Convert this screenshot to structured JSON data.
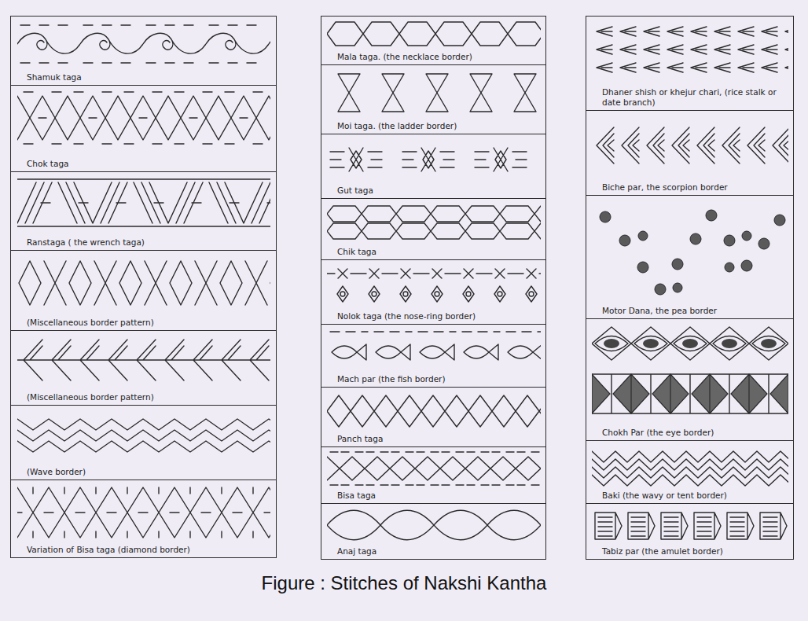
{
  "diagram": {
    "caption": "Figure : Stitches of Nakshi Kantha",
    "nodes": [
      {
        "text": [
          "Shamuk taga"
        ]
      },
      {
        "text": [
          "Chok taga"
        ]
      },
      {
        "text": [
          "Ranstaga ( the wrench taga)"
        ]
      },
      {
        "text": [
          "(Miscellaneous border pattern)"
        ]
      },
      {
        "text": [
          "(Miscellaneous border pattern)"
        ]
      },
      {
        "text": [
          "(Wave border)"
        ]
      },
      {
        "text": [
          "Variation of Bisa taga (diamond border)"
        ]
      },
      {
        "text": [
          "Mala taga. (the necklace border)"
        ]
      },
      {
        "text": [
          "Moi taga. (the ladder border)"
        ]
      },
      {
        "text": [
          "Gut taga"
        ]
      },
      {
        "text": [
          "Chik taga"
        ]
      },
      {
        "text": [
          "Nolok taga (the nose-ring border)"
        ]
      },
      {
        "text": [
          "Mach par (the fish border)"
        ]
      },
      {
        "text": [
          "Panch taga"
        ]
      },
      {
        "text": [
          "Bisa taga"
        ]
      },
      {
        "text": [
          "Anaj taga"
        ]
      },
      {
        "text": [
          "Dhaner shish or khejur chari, (rice stalk or date branch)"
        ]
      },
      {
        "text": [
          "Biche par, the scorpion border"
        ]
      },
      {
        "text": [
          "Motor Dana, the pea border"
        ]
      },
      {
        "text": [
          "Chokh Par (the eye border)"
        ]
      },
      {
        "text": [
          "Baki (the wavy or tent border)"
        ]
      },
      {
        "text": [
          "Tabiz par (the amulet border)"
        ]
      }
    ]
  }
}
